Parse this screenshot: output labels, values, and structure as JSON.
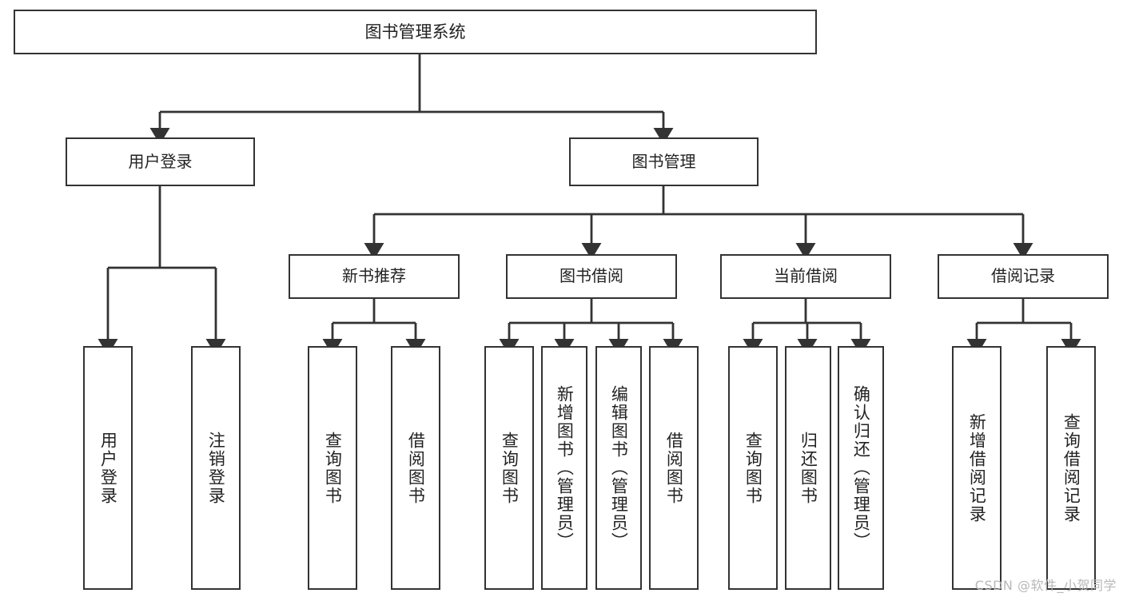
{
  "diagram": {
    "type": "tree",
    "title": "图书管理系统",
    "orientation": "top-down",
    "line_color": "#333333",
    "node_fill": "#ffffff",
    "text_color": "#222222",
    "nodes": {
      "root": {
        "label": "图书管理系统"
      },
      "level2": {
        "user_login": {
          "label": "用户登录"
        },
        "book_manage": {
          "label": "图书管理"
        }
      },
      "level3": {
        "new_book_rec": {
          "label": "新书推荐"
        },
        "book_borrow": {
          "label": "图书借阅"
        },
        "current_borrow": {
          "label": "当前借阅"
        },
        "borrow_record": {
          "label": "借阅记录"
        }
      },
      "level4": {
        "user_login_children": [
          {
            "label": "用户登录"
          },
          {
            "label": "注销登录"
          }
        ],
        "new_book_rec_children": [
          {
            "label": "查询图书"
          },
          {
            "label": "借阅图书"
          }
        ],
        "book_borrow_children": [
          {
            "label": "查询图书"
          },
          {
            "label": "新增图书（管理员）"
          },
          {
            "label": "编辑图书（管理员）"
          },
          {
            "label": "借阅图书"
          }
        ],
        "current_borrow_children": [
          {
            "label": "查询图书"
          },
          {
            "label": "归还图书"
          },
          {
            "label": "确认归还（管理员）"
          }
        ],
        "borrow_record_children": [
          {
            "label": "新增借阅记录"
          },
          {
            "label": "查询借阅记录"
          }
        ]
      }
    }
  },
  "watermark": {
    "text": "CSDN @软件_小贺同学"
  }
}
